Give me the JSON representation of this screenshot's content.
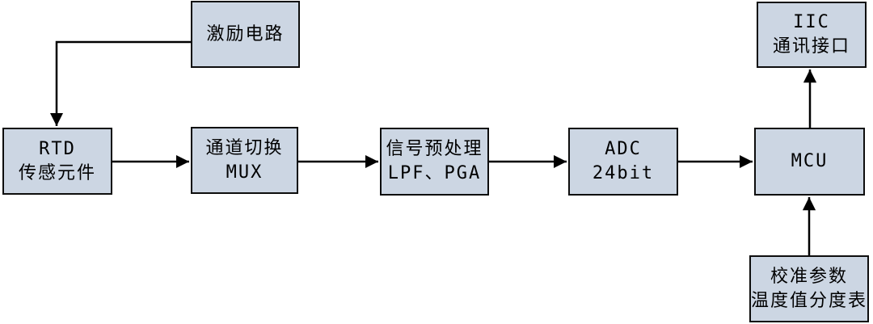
{
  "blocks": {
    "excitation": {
      "line1": "激励电路"
    },
    "rtd": {
      "line1": "RTD",
      "line2": "传感元件"
    },
    "mux": {
      "line1": "通道切换",
      "line2": "MUX"
    },
    "preprocess": {
      "line1": "信号预处理",
      "line2": "LPF、PGA"
    },
    "adc": {
      "line1": "ADC",
      "line2": "24bit"
    },
    "mcu": {
      "line1": "MCU"
    },
    "iic": {
      "line1": "IIC",
      "line2": "通讯接口"
    },
    "calibration": {
      "line1": "校准参数",
      "line2": "温度值分度表"
    }
  },
  "connections": [
    {
      "from": "激励电路",
      "to": "RTD 传感元件"
    },
    {
      "from": "RTD 传感元件",
      "to": "通道切换 MUX"
    },
    {
      "from": "通道切换 MUX",
      "to": "信号预处理 LPF、PGA"
    },
    {
      "from": "信号预处理 LPF、PGA",
      "to": "ADC 24bit"
    },
    {
      "from": "ADC 24bit",
      "to": "MCU"
    },
    {
      "from": "MCU",
      "to": "IIC 通讯接口"
    },
    {
      "from": "校准参数 温度值分度表",
      "to": "MCU"
    }
  ],
  "colors": {
    "block_fill": "#ccd6e3",
    "block_border": "#0d0d0d",
    "arrow": "#000000",
    "background": "#ffffff"
  }
}
